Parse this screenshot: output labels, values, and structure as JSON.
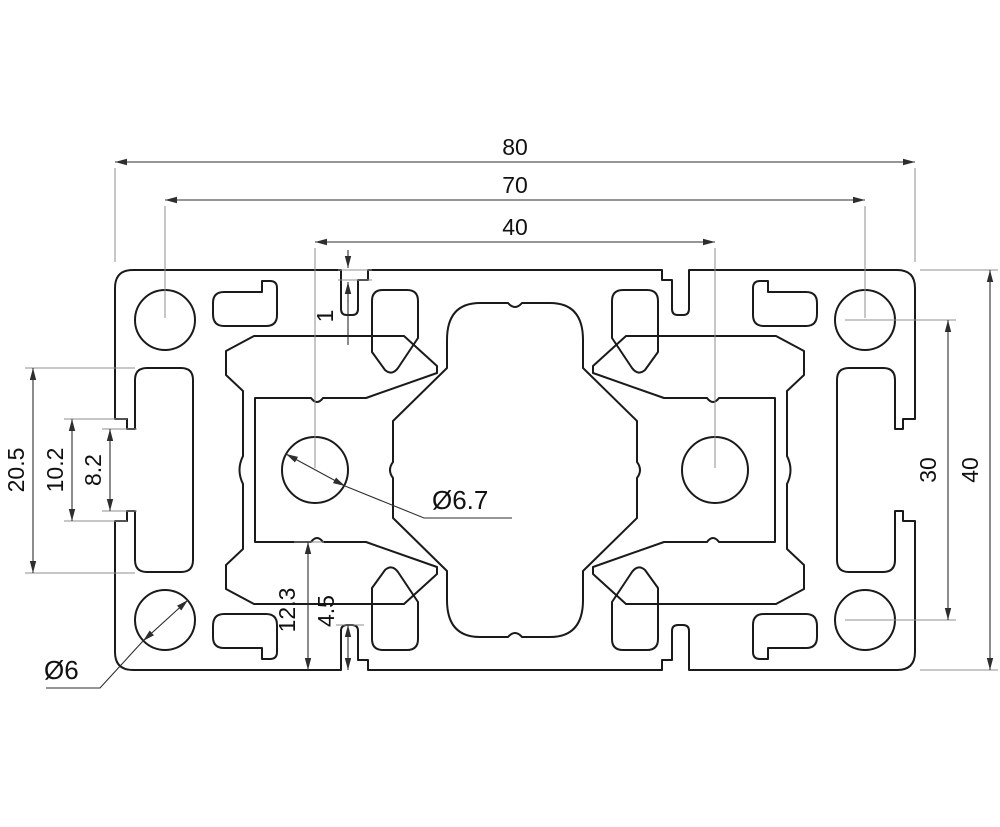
{
  "drawing": {
    "type": "extrusion-profile-cross-section",
    "dimensions": {
      "overall_width": "80",
      "corner_hole_pitch_h": "70",
      "center_hole_pitch": "40",
      "face_step": "1",
      "side_slot_cavity": "20.5",
      "side_slot_lip": "10.2",
      "side_slot_opening": "8.2",
      "corner_hole_pitch_v": "30",
      "overall_height": "40",
      "bottom_web_depth": "12.3",
      "groove_depth": "4.5",
      "center_hole_dia": "Ø6.7",
      "corner_hole_dia": "Ø6"
    }
  }
}
